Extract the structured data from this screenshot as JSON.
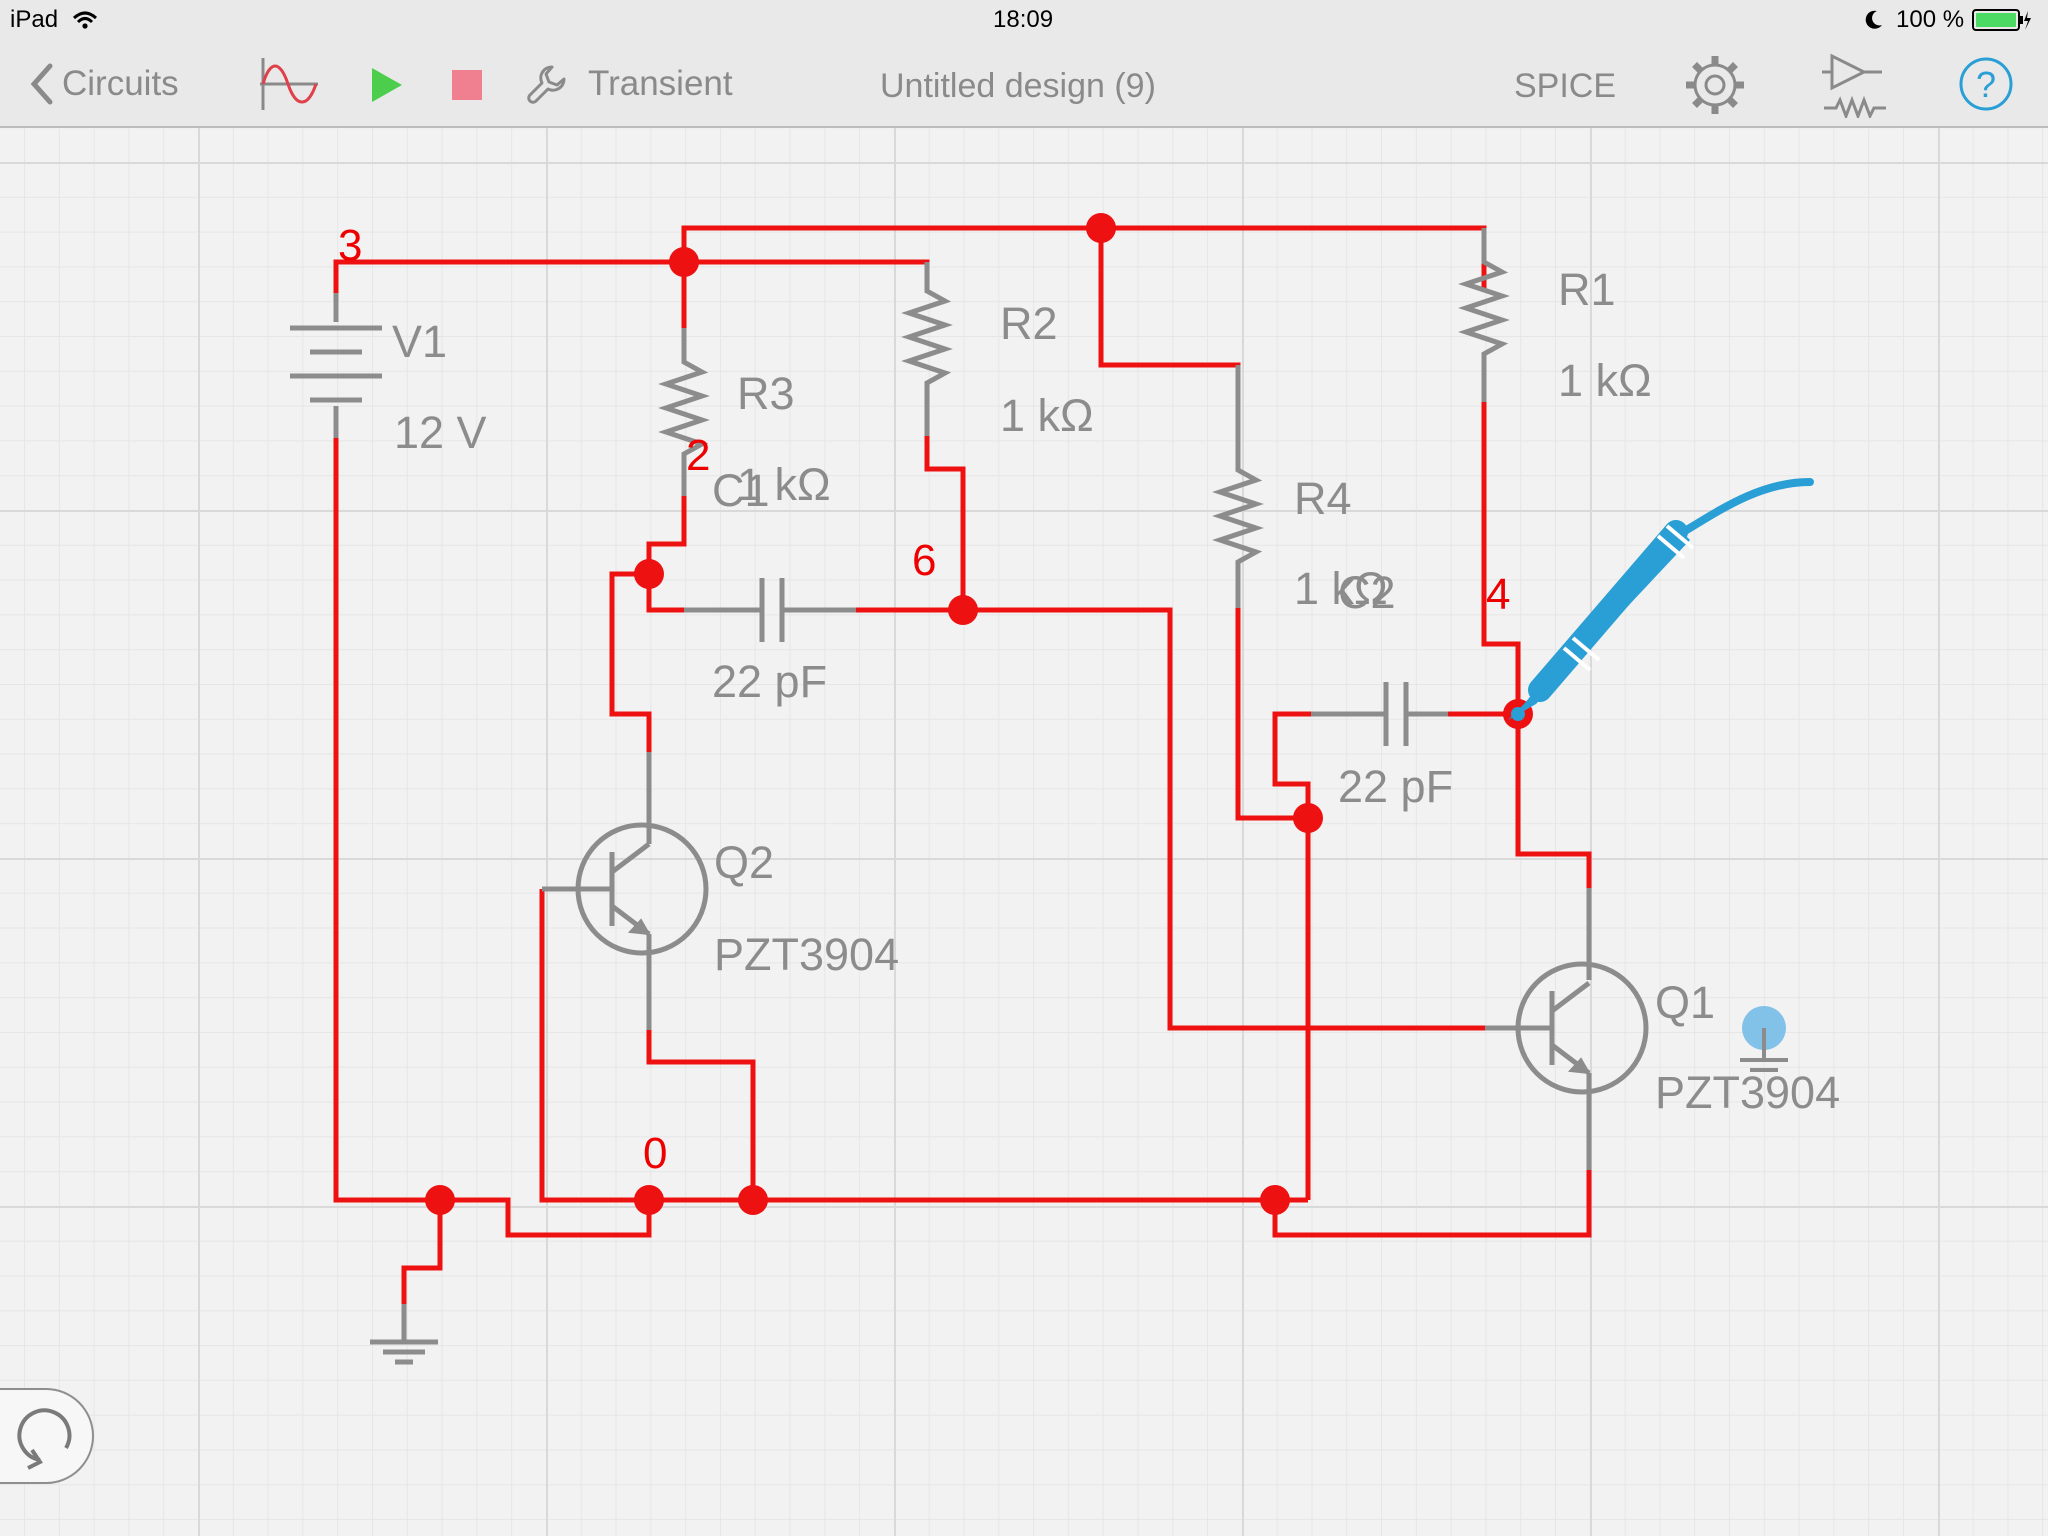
{
  "status_bar": {
    "device": "iPad",
    "time": "18:09",
    "battery": "100 %"
  },
  "toolbar": {
    "back_label": "Circuits",
    "analysis_label": "Transient",
    "title": "Untitled design (9)",
    "spice_label": "SPICE",
    "icons": [
      "waveform-icon",
      "play-icon",
      "stop-icon",
      "wrench-icon",
      "gear-icon",
      "component-library-icon",
      "help-icon"
    ]
  },
  "schematic": {
    "nodes": {
      "n3": "3",
      "n2": "2",
      "n6": "6",
      "n4": "4",
      "n0": "0"
    },
    "components": {
      "V1": {
        "name": "V1",
        "value": "12 V"
      },
      "R1": {
        "name": "R1",
        "value": "1 kΩ"
      },
      "R2": {
        "name": "R2",
        "value": "1 kΩ"
      },
      "R3": {
        "name": "R3",
        "value": "1 kΩ"
      },
      "R4": {
        "name": "R4",
        "value": "1 kΩ"
      },
      "C1": {
        "name": "C1",
        "value": "22 pF"
      },
      "C2": {
        "name": "C2",
        "value": "22 pF"
      },
      "Q1": {
        "name": "Q1",
        "model": "PZT3904"
      },
      "Q2": {
        "name": "Q2",
        "model": "PZT3904"
      }
    },
    "colors": {
      "wire": "#ee1111",
      "component": "#8c8c8c",
      "probe": "#2a9fd6",
      "grid": "#d9d9d9"
    }
  }
}
